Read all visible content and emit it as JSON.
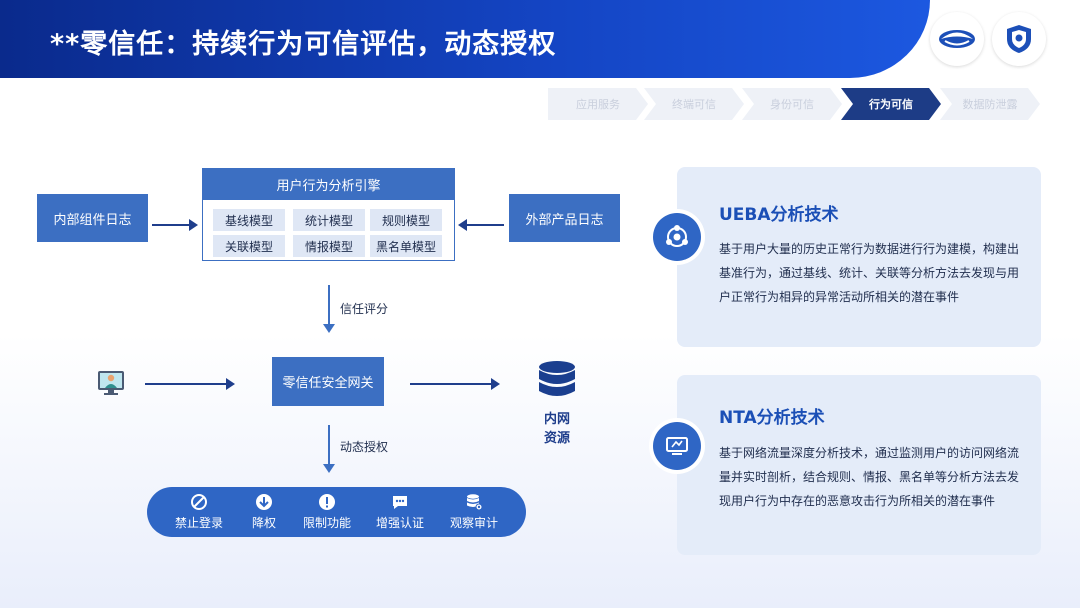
{
  "header": {
    "title": "**零信任：持续行为可信评估，动态授权"
  },
  "steps": [
    {
      "label": "应用服务",
      "active": false
    },
    {
      "label": "终端可信",
      "active": false
    },
    {
      "label": "身份可信",
      "active": false
    },
    {
      "label": "行为可信",
      "active": true
    },
    {
      "label": "数据防泄露",
      "active": false
    }
  ],
  "diagram": {
    "internal_log": "内部组件日志",
    "external_log": "外部产品日志",
    "engine": {
      "title": "用户行为分析引擎",
      "models": [
        "基线模型",
        "统计模型",
        "规则模型",
        "关联模型",
        "情报模型",
        "黑名单模型"
      ]
    },
    "trust_score_label": "信任评分",
    "gateway": "零信任安全网关",
    "resource_label_line1": "内网",
    "resource_label_line2": "资源",
    "dynamic_auth_label": "动态授权",
    "actions": [
      {
        "label": "禁止登录",
        "icon": "ban-icon"
      },
      {
        "label": "降权",
        "icon": "down-arrow-circle-icon"
      },
      {
        "label": "限制功能",
        "icon": "exclamation-circle-icon"
      },
      {
        "label": "增强认证",
        "icon": "chat-dots-icon"
      },
      {
        "label": "观察审计",
        "icon": "database-eye-icon"
      }
    ]
  },
  "cards": [
    {
      "title": "UEBA分析技术",
      "icon": "user-network-icon",
      "text": "基于用户大量的历史正常行为数据进行行为建模，构建出基准行为，通过基线、统计、关联等分析方法去发现与用户正常行为相异的异常活动所相关的潜在事件"
    },
    {
      "title": "NTA分析技术",
      "icon": "network-monitor-icon",
      "text": "基于网络流量深度分析技术，通过监测用户的访问网络流量并实时剖析，结合规则、情报、黑名单等分析方法去发现用户行为中存在的恶意攻击行为所相关的潜在事件"
    }
  ],
  "colors": {
    "brand_dark": "#0a2a8c",
    "brand": "#3c6fc2",
    "active_step": "#1d3c86",
    "card_bg": "#e4ecf9"
  }
}
